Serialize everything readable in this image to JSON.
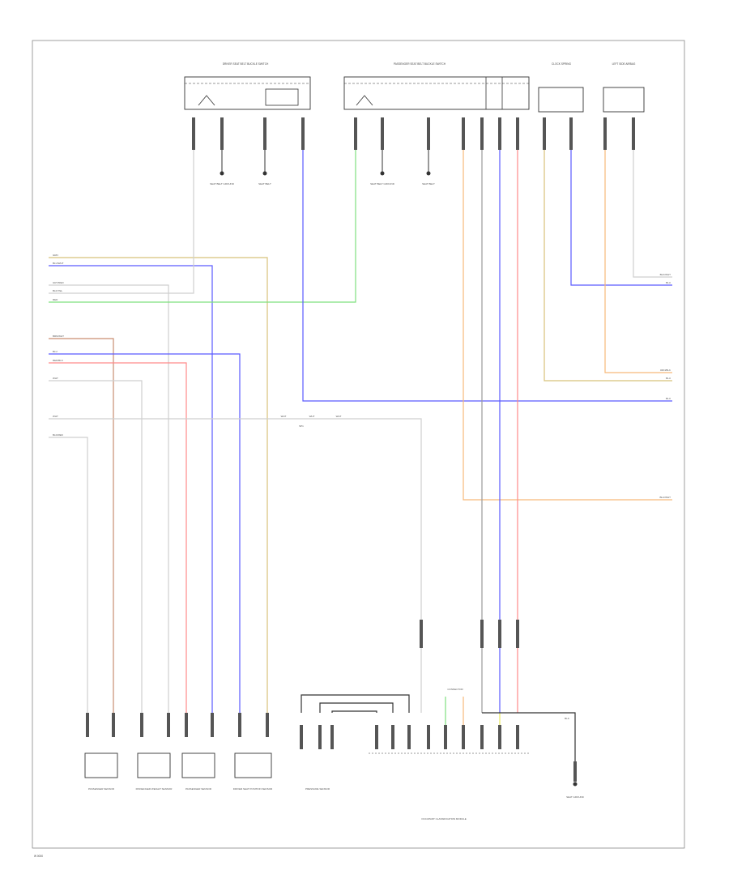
{
  "diagram": {
    "footer_code": "W 0000",
    "wire_colors": {
      "white": "#cfcfcf",
      "blue": "#5a5aff",
      "green": "#7ee07e",
      "orange": "#f6b97a",
      "tan": "#d8c27a",
      "red": "#ff8a8a",
      "brown": "#c98e72",
      "grey": "#9a9a9a",
      "black": "#333333",
      "yellow": "#e8e85a"
    },
    "top_components": {
      "driver_seat_belt": "DRIVER SEAT BELT BUCKLE SWITCH",
      "passenger_seat_belt": "PASSENGER SEAT BELT BUCKLE SWITCH",
      "clockspring": "CLOCK SPRING",
      "left_airbag": "LEFT SIDE AIRBAG"
    },
    "top_grounds": {
      "g1": "SEAT BELT GROUND",
      "g2": "SEAT BELT",
      "g3": "SEAT BELT GROUND",
      "g4": "SEAT BELT"
    },
    "left_wire_labels": [
      "GRN",
      "BLU/WHT",
      "GRY/RED",
      "BLK/YEL",
      "RED",
      "BRN/WHT",
      "BLU",
      "RED/BLK",
      "WHT",
      "WHT",
      "BLK/RED"
    ],
    "right_wire_labels": [
      "BLK/WHT",
      "BLU",
      "ORN/BLK",
      "BLU",
      "BLU",
      "BLU/WHT"
    ],
    "splice_labels": [
      "WHT",
      "WHT",
      "WHT",
      "SP1"
    ],
    "bottom_components": {
      "c1": "PASSENGER SENSOR",
      "c2": "PASSENGER WEIGHT SENSOR",
      "c3": "PASSENGER SENSOR",
      "c4": "DRIVER SEAT POSITION SENSOR",
      "c5": "PRESSURE SENSOR",
      "module": "OCCUPANT CLASSIFICATION MODULE",
      "ground": "SEAT GROUND"
    },
    "module_connector_label": "CONNECTOR",
    "ground_wire_label": "BLK"
  }
}
